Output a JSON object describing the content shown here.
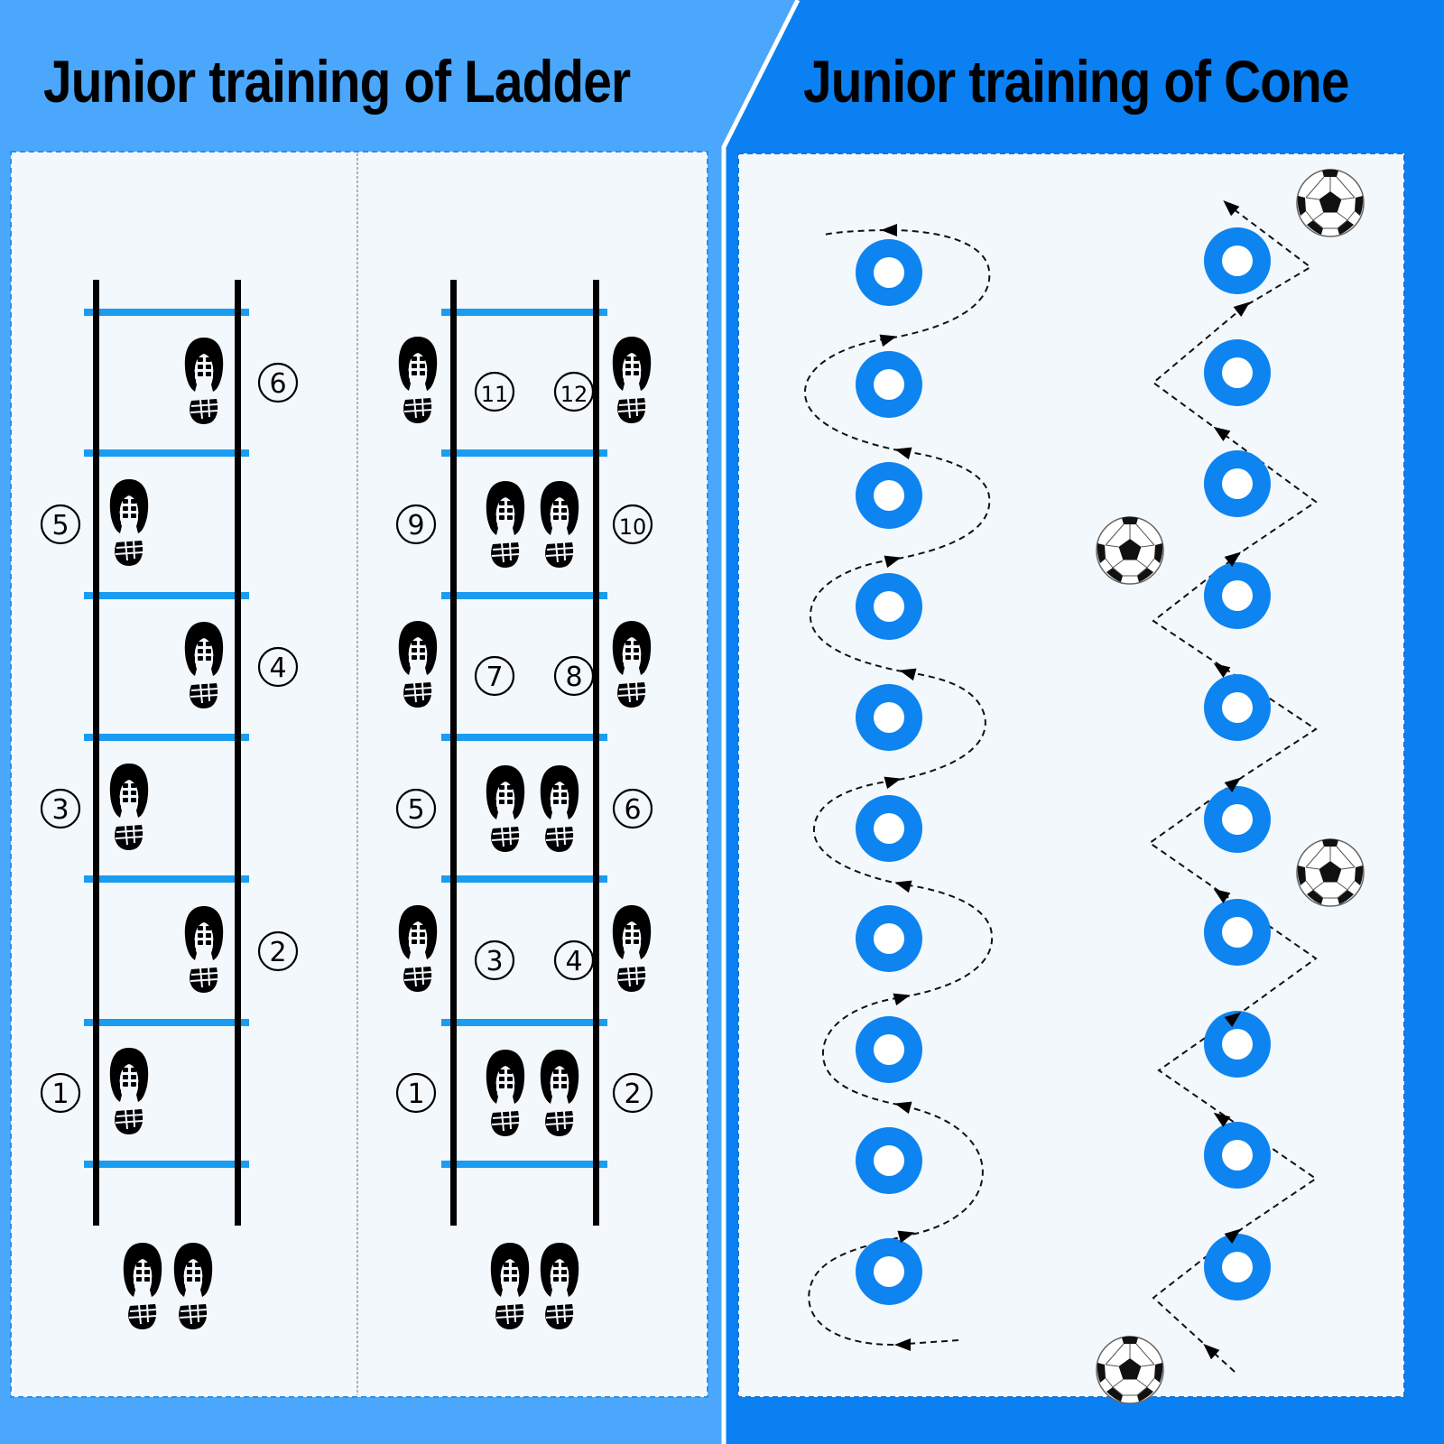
{
  "colors": {
    "left_header_bg": "#4aa7fb",
    "right_header_bg": "#0a80f2",
    "panel_bg": "#f3f8fd",
    "rung": "#1a9cf0",
    "rail": "#000000",
    "cone": "#0d84ef",
    "cone_hole": "#ffffff",
    "path": "#111111"
  },
  "left_section": {
    "title": "Junior training of Ladder",
    "ladders": [
      {
        "name": "single-step ladder",
        "labels": [
          {
            "text": "①",
            "side": "left"
          },
          {
            "text": "②",
            "side": "right"
          },
          {
            "text": "③",
            "side": "left"
          },
          {
            "text": "④",
            "side": "right"
          },
          {
            "text": "⑤",
            "side": "left"
          },
          {
            "text": "⑥",
            "side": "right"
          }
        ]
      },
      {
        "name": "in-out ladder",
        "labels": [
          {
            "text": "①",
            "side": "outer-left"
          },
          {
            "text": "②",
            "side": "outer-right"
          },
          {
            "text": "③",
            "side": "inner-left"
          },
          {
            "text": "④",
            "side": "inner-right"
          },
          {
            "text": "⑤",
            "side": "outer-left"
          },
          {
            "text": "⑥",
            "side": "outer-right"
          },
          {
            "text": "⑦",
            "side": "inner-left"
          },
          {
            "text": "⑧",
            "side": "inner-right"
          },
          {
            "text": "⑨",
            "side": "outer-left"
          },
          {
            "text": "⑩",
            "side": "outer-right"
          },
          {
            "text": "⑪",
            "side": "inner-left"
          },
          {
            "text": "⑫",
            "side": "inner-right"
          }
        ]
      }
    ]
  },
  "right_section": {
    "title": "Junior training of Cone",
    "drills": [
      {
        "name": "weave-curve",
        "cone_count": 10
      },
      {
        "name": "zigzag-ball",
        "cone_count": 10,
        "ball_count": 4
      }
    ]
  }
}
